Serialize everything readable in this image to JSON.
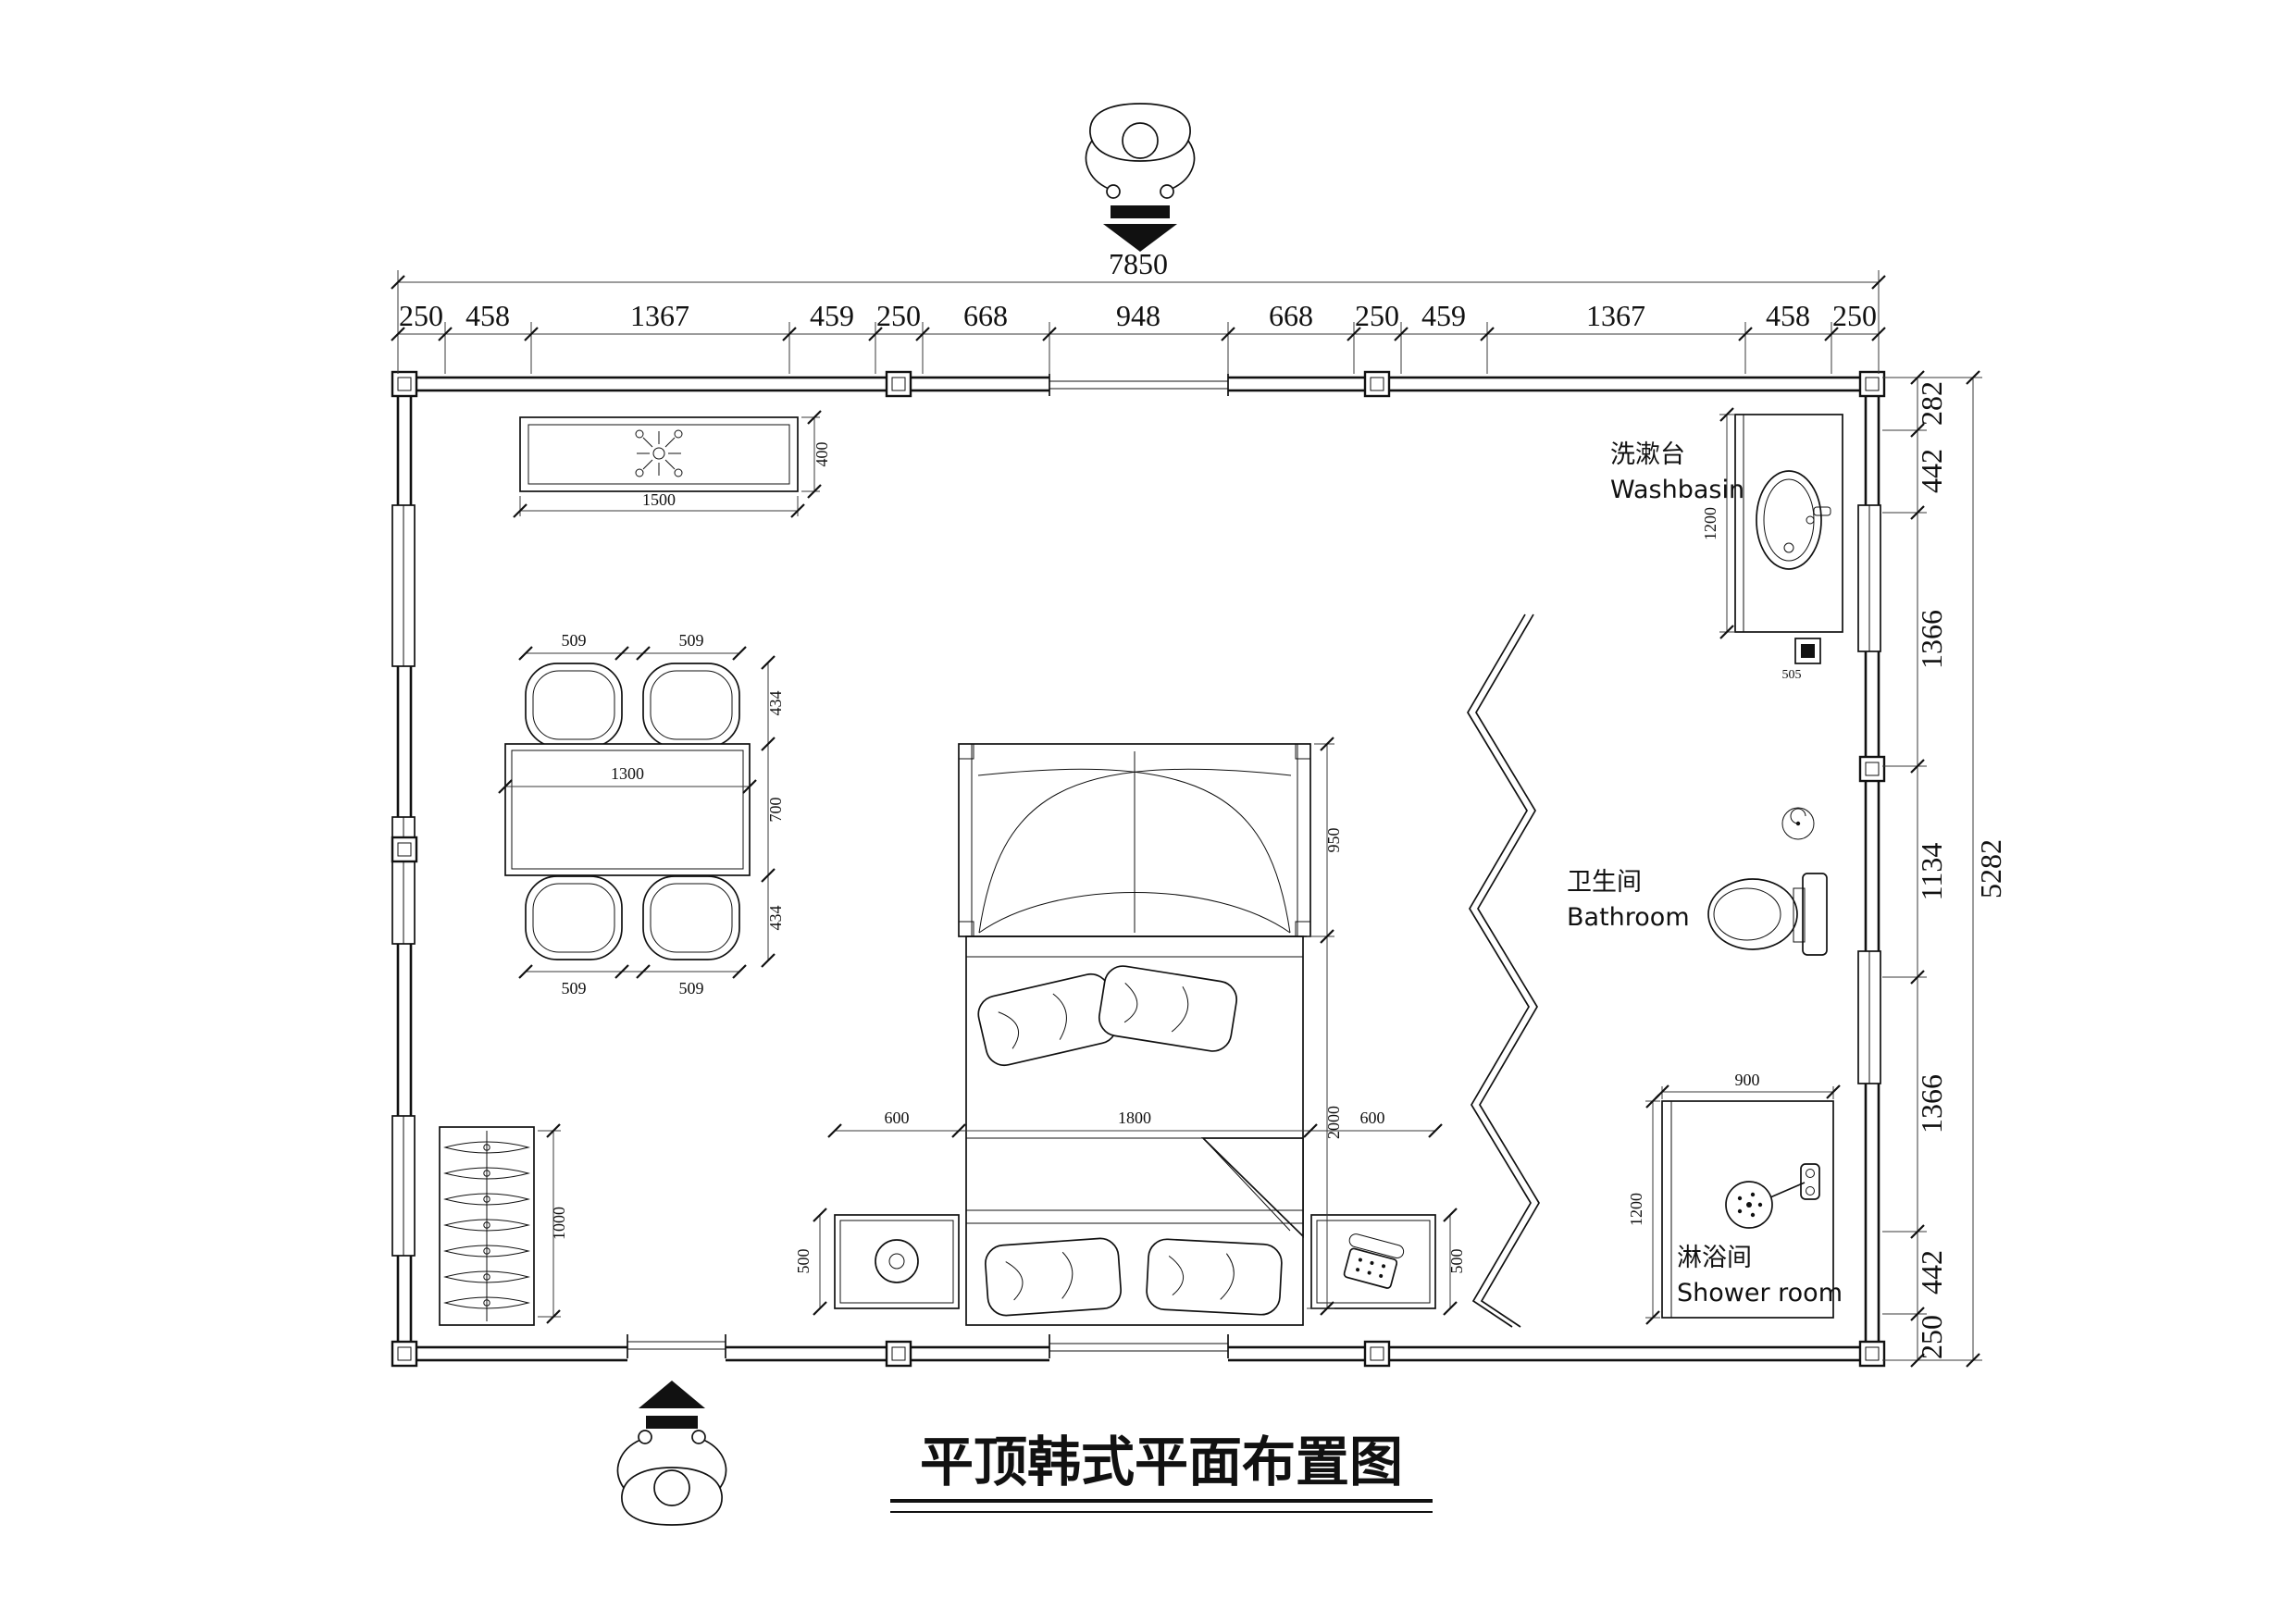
{
  "page": {
    "title": "平顶韩式平面布置图"
  },
  "dimensions": {
    "top": {
      "total": "7850",
      "segments": [
        "250",
        "458",
        "1367",
        "459",
        "250",
        "668",
        "948",
        "668",
        "250",
        "459",
        "1367",
        "458",
        "250"
      ]
    },
    "right": {
      "total": "5282",
      "segments": [
        "282",
        "442",
        "1366",
        "1134",
        "1366",
        "442",
        "250"
      ]
    }
  },
  "fixtures": {
    "ceiling_light": {
      "width": "1500",
      "depth": "400"
    },
    "dining": {
      "chair_top_1": "509",
      "chair_top_2": "509",
      "chair_bottom_1": "509",
      "chair_bottom_2": "509",
      "table_width": "1300",
      "side_top": "434",
      "table_depth": "700",
      "side_bottom": "434"
    },
    "wardrobe": {
      "width": "1000"
    },
    "bed": {
      "left_stand": "600",
      "width": "1800",
      "right_stand": "600",
      "length": "2000",
      "canopy": "950",
      "stand_left_depth": "500",
      "stand_right_depth": "500"
    },
    "washbasin": {
      "label_zh": "洗漱台",
      "label_en": "Washbasin",
      "length": "1200",
      "unit": "505"
    },
    "bathroom": {
      "label_zh": "卫生间",
      "label_en": "Bathroom"
    },
    "shower": {
      "label_zh": "淋浴间",
      "label_en": "Shower room",
      "width": "900",
      "depth": "1200"
    }
  }
}
